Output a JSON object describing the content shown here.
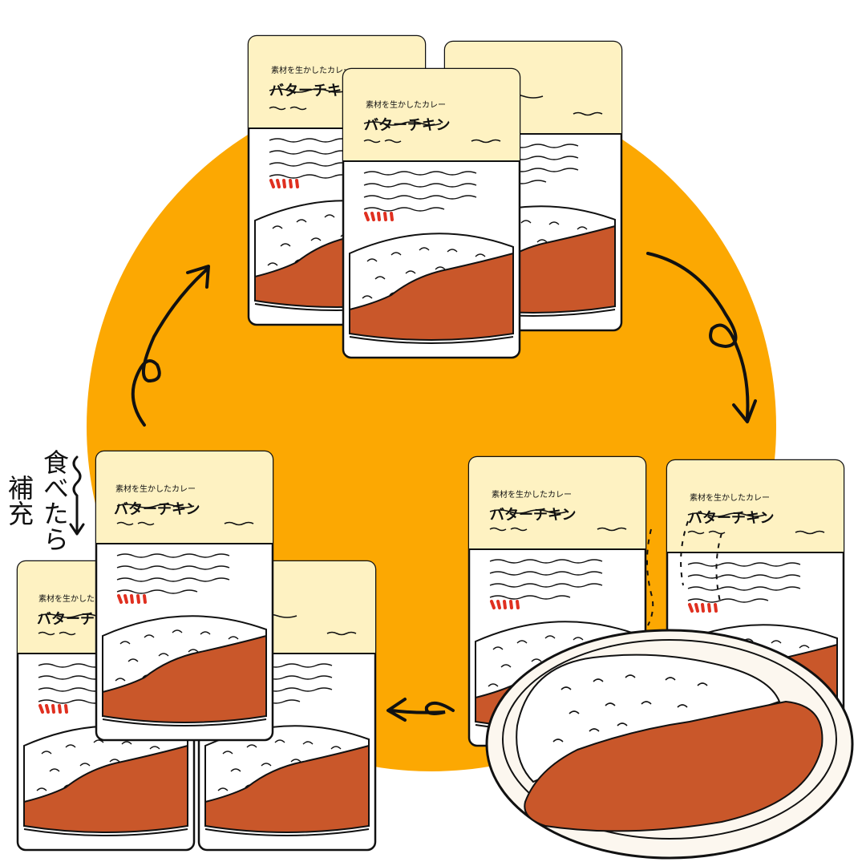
{
  "package": {
    "tagline": "素材を生かしたカレー",
    "name": "バターチキン"
  },
  "side_note": {
    "line1": "食べたら",
    "line2": "補充"
  },
  "colors": {
    "circle": "#FCA802",
    "pack_top": "#FEF2C2",
    "curry": "#C9572A",
    "ink": "#111111",
    "chili": "#E03020",
    "plate": "#FCF7EF"
  }
}
